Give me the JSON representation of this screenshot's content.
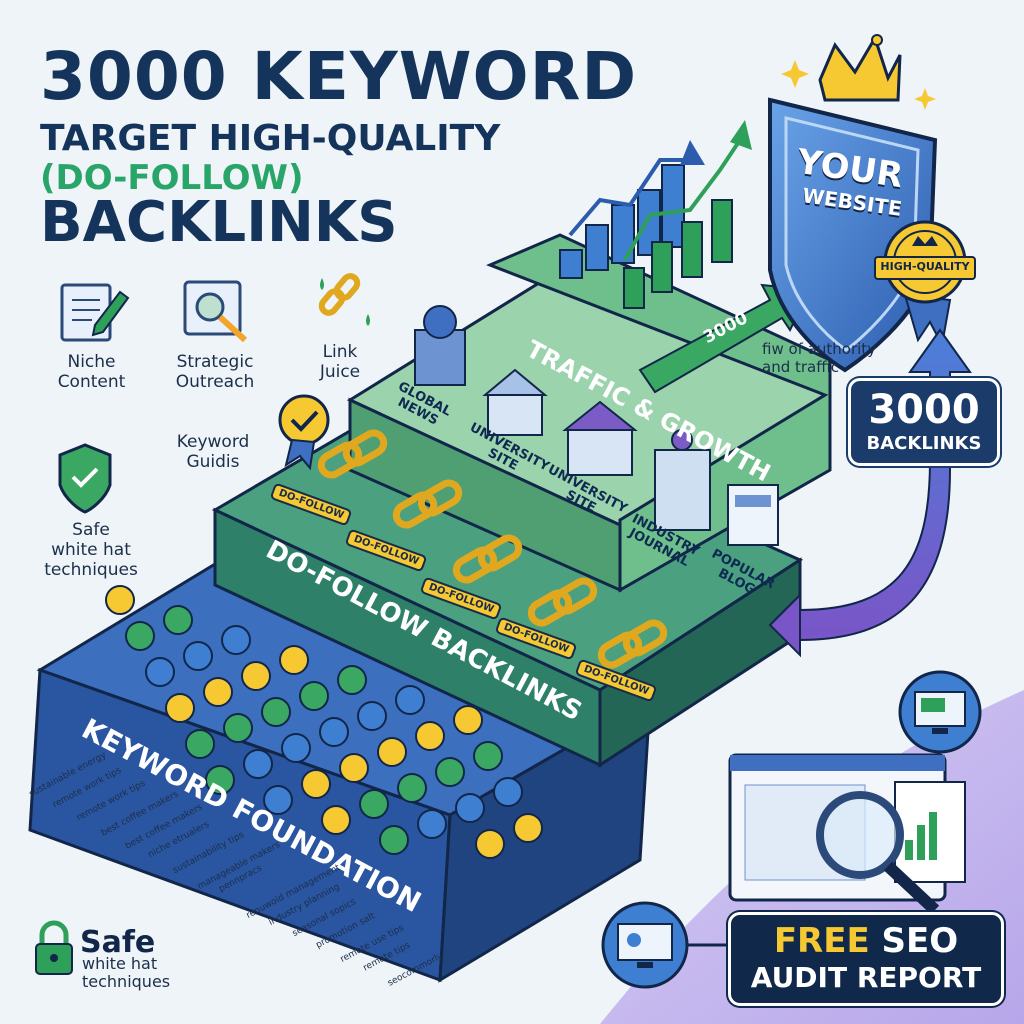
{
  "title": {
    "line1": "3000 KEYWORD",
    "line2": "TARGET HIGH-QUALITY",
    "line3": "(DO-FOLLOW)",
    "line4": "BACKLINKS"
  },
  "features": {
    "niche": "Niche\nContent",
    "outreach": "Strategic\nOutreach",
    "juice": "Link\nJuice",
    "guides": "Keyword\nGuidis",
    "safe": "Safe\nwhite hat\ntechniques"
  },
  "steps": {
    "top": "TRAFFIC & GROWTH",
    "middle": "DO-FOLLOW BACKLINKS",
    "bottom": "KEYWORD FOUNDATION"
  },
  "sites": [
    {
      "label": "GLOBAL\nNEWS"
    },
    {
      "label": "UNIVERSITY\nSITE"
    },
    {
      "label": "UNIVERSITY\nSITE"
    },
    {
      "label": "INDUSTRY\nJOURNAL"
    },
    {
      "label": "POPULAR\nBLOG"
    }
  ],
  "dofollow_tag": "DO-FOLLOW",
  "arrow_number": "3000",
  "authority_text": "fiw of authority\nand traffic",
  "shield": {
    "line1": "YOUR",
    "line2": "WEBSITE"
  },
  "quality_ribbon": "HIGH-QUALITY",
  "backlinks_badge": {
    "number": "3000",
    "label": "BACKLINKS"
  },
  "keywords": [
    "sustainable energy",
    "remote work tips",
    "remote work tips",
    "best coffee makers",
    "best coffee makers",
    "niche etrualers",
    "sustainability tips",
    "manageable makers",
    "pennpracs",
    "renuwoid management",
    "industry planning",
    "seasonal sopics",
    "promotion salt",
    "remote use tips",
    "remote tips",
    "seocommorly"
  ],
  "bottom_safe": {
    "big": "Safe",
    "small": "white hat\ntechniques"
  },
  "audit": {
    "word1": "FREE",
    "word2": "SEO",
    "line2": "AUDIT REPORT"
  },
  "colors": {
    "navy": "#15345c",
    "green": "#2aa56a",
    "blue_step": "#2f5fa8",
    "teal_step": "#2f8a78",
    "light_green_step": "#7fc39a",
    "gold": "#f6c933",
    "purple": "#7b5cc7"
  }
}
